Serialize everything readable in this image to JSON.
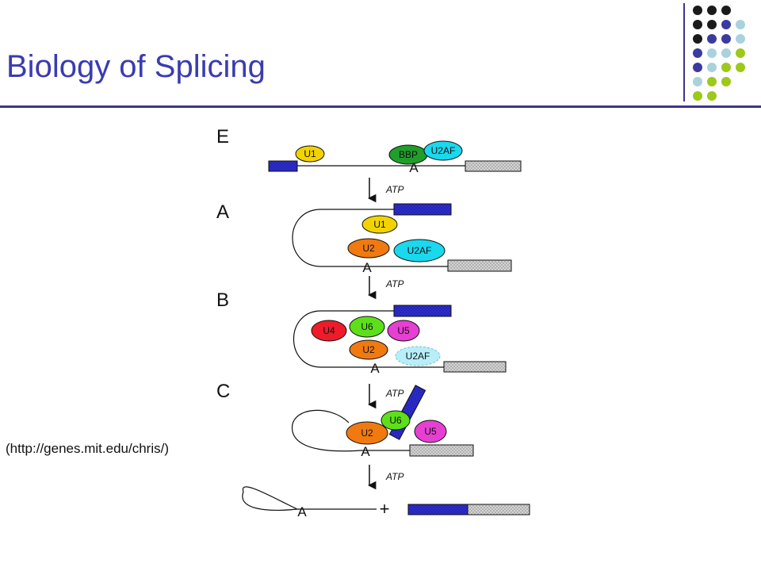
{
  "slide": {
    "title": "Biology of Splicing",
    "citation": "(http://genes.mit.edu/chris/)"
  },
  "diagram": {
    "stages": {
      "e": "E",
      "a": "A",
      "b": "B",
      "c": "C"
    },
    "atp_label": "ATP",
    "branch_point_label": "A",
    "plus_sign": "+",
    "snrnps": {
      "u1": "U1",
      "bbp": "BBP",
      "u2af": "U2AF",
      "u2": "U2",
      "u4": "U4",
      "u5": "U5",
      "u6": "U6"
    }
  },
  "colors": {
    "title": "#3a3cb0",
    "rule": "#3c3690",
    "exon_5": "#2f2fd6",
    "exon_3": "#d4d4d4",
    "u1": "#f2d300",
    "bbp": "#1f9e2a",
    "u2af": "#1ad8ee",
    "u2af_faded": "#b8eef8",
    "u2": "#f07a10",
    "u4": "#ee1c2a",
    "u5": "#e63fd2",
    "u6": "#5de01a",
    "dot_black": "#1a1a1a",
    "dot_navy": "#3b3a9e",
    "dot_lightblue": "#a9d1de",
    "dot_green": "#9cc91a"
  }
}
